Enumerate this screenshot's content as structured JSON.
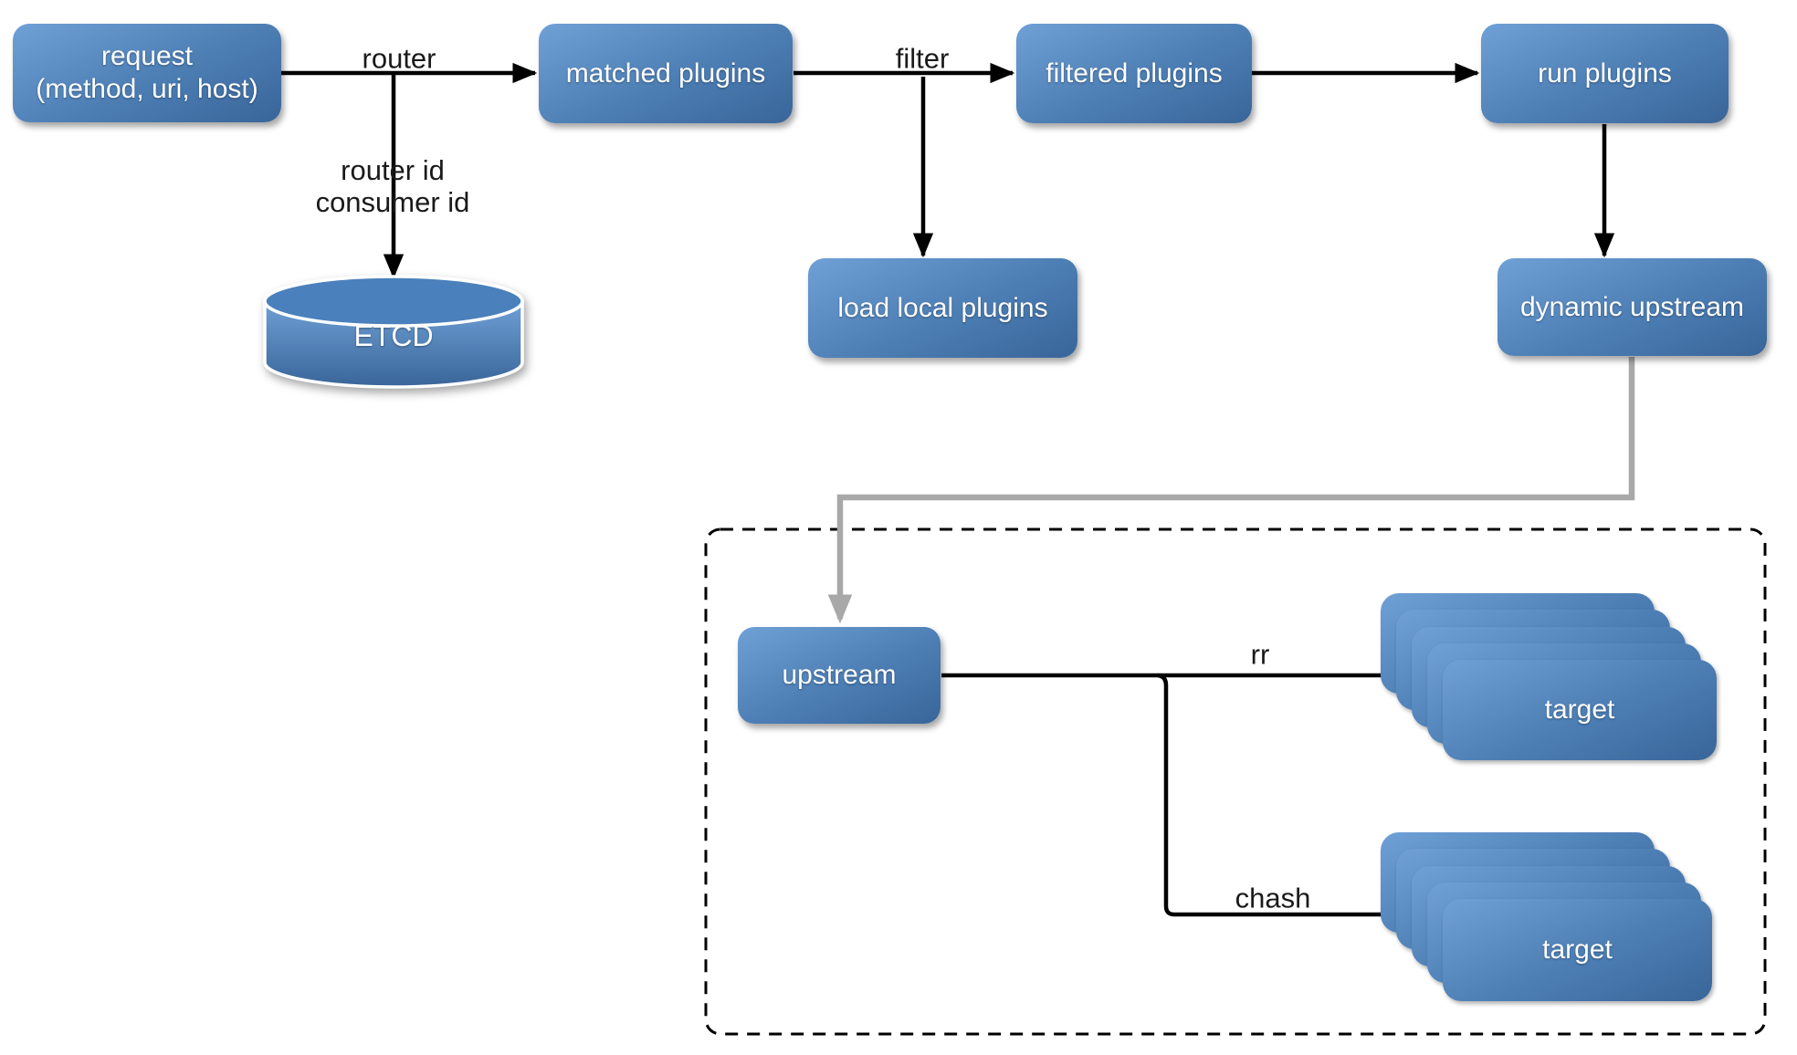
{
  "nodes": {
    "request": "request\n(method, uri, host)",
    "matched_plugins": "matched plugins",
    "filtered_plugins": "filtered plugins",
    "run_plugins": "run plugins",
    "etcd": "ETCD",
    "load_local_plugins": "load local plugins",
    "dynamic_upstream": "dynamic upstream",
    "upstream": "upstream",
    "target_rr": "target",
    "target_chash": "target"
  },
  "edge_labels": {
    "router": "router",
    "router_consumer_id": "router id\nconsumer id",
    "filter": "filter",
    "rr": "rr",
    "chash": "chash"
  },
  "colors": {
    "box_grad_light": "#6fa0d6",
    "box_grad_mid": "#4c7eb4",
    "box_grad_dark": "#396599",
    "box_text": "#ffffff",
    "label_text": "#1a1a1a",
    "arrow": "#000000",
    "gray_arrow": "#a8a8a8",
    "cylinder_top": "#4a80bc",
    "canvas_bg": "#ffffff"
  }
}
